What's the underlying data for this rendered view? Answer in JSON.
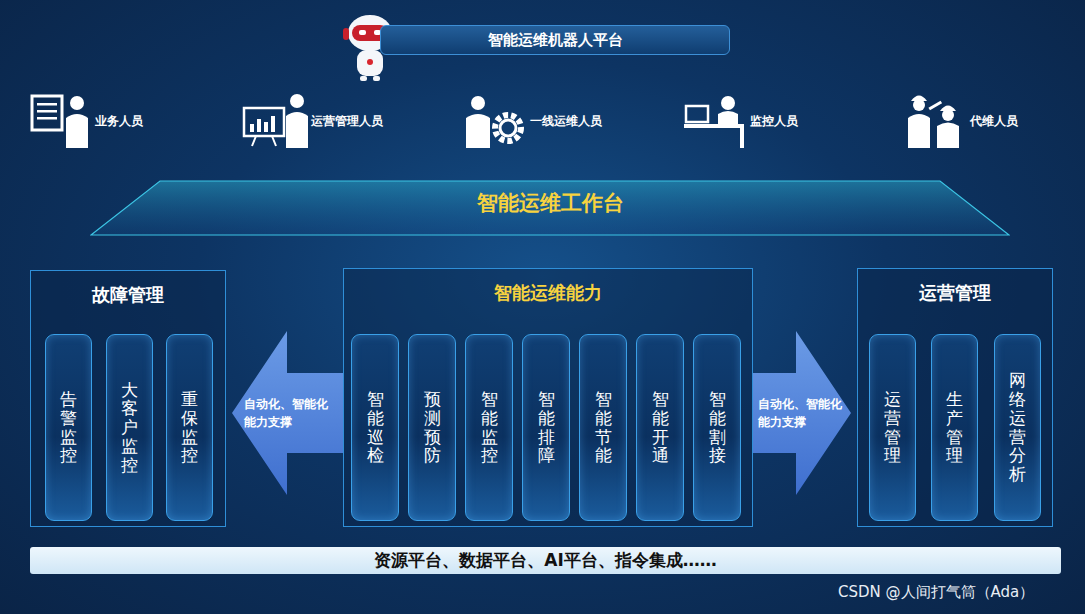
{
  "diagram": {
    "nodes": [
      {
        "text": [
          "智能运维机器人平台"
        ]
      },
      {
        "text": [
          "智能运维工作台"
        ]
      },
      {
        "text": [
          "故障管理"
        ]
      },
      {
        "text": [
          "告警监控"
        ],
        "in": 2
      },
      {
        "text": [
          "大客户监控"
        ],
        "in": 2
      },
      {
        "text": [
          "重保监控"
        ],
        "in": 2
      },
      {
        "text": [
          "智能运维能力"
        ]
      },
      {
        "text": [
          "智能巡检"
        ],
        "in": 6
      },
      {
        "text": [
          "预测预防"
        ],
        "in": 6
      },
      {
        "text": [
          "智能监控"
        ],
        "in": 6
      },
      {
        "text": [
          "智能排障"
        ],
        "in": 6
      },
      {
        "text": [
          "智能节能"
        ],
        "in": 6
      },
      {
        "text": [
          "智能开通"
        ],
        "in": 6
      },
      {
        "text": [
          "智能割接"
        ],
        "in": 6
      },
      {
        "text": [
          "运营管理"
        ]
      },
      {
        "text": [
          "运营管理"
        ],
        "in": 14
      },
      {
        "text": [
          "生产管理"
        ],
        "in": 14
      },
      {
        "text": [
          "网络运营分析"
        ],
        "in": 14
      },
      {
        "text": [
          "资源平台、数据平台、AI平台、指令集成……"
        ]
      }
    ],
    "edges": [
      {
        "from": 6,
        "to": 2,
        "arrow": "to",
        "label": "自动化、智能化能力支撑"
      },
      {
        "from": 6,
        "to": 14,
        "arrow": "to",
        "label": "自动化、智能化能力支撑"
      }
    ],
    "labels": [
      "业务人员",
      "运营管理人员",
      "一线运维人员",
      "监控人员",
      "代维人员",
      "CSDN @人间打气筒（Ada）"
    ]
  }
}
